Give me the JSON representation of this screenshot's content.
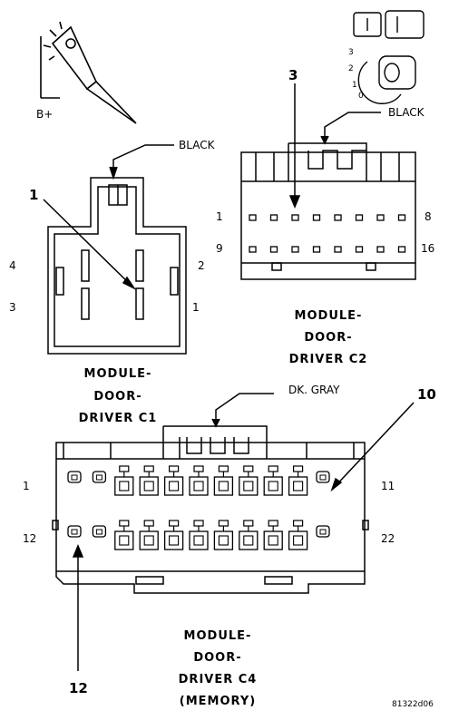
{
  "probe": {
    "supply_label": "B+",
    "key_positions": [
      "3",
      "2",
      "1",
      "0"
    ]
  },
  "connector_c1": {
    "wire_color": "BLACK",
    "callout": "1",
    "pins_left": [
      "4",
      "3"
    ],
    "pins_right": [
      "2",
      "1"
    ],
    "title_lines": [
      "MODULE-",
      "DOOR-",
      "DRIVER C1"
    ]
  },
  "connector_c2": {
    "wire_color": "BLACK",
    "callout": "3",
    "row1_start": "1",
    "row1_end": "8",
    "row2_start": "9",
    "row2_end": "16",
    "title_lines": [
      "MODULE-",
      "DOOR-",
      "DRIVER C2"
    ]
  },
  "connector_c4": {
    "wire_color": "DK. GRAY",
    "callout_top": "10",
    "callout_bottom": "12",
    "row1_start": "1",
    "row1_end": "11",
    "row2_start": "12",
    "row2_end": "22",
    "title_lines": [
      "MODULE-",
      "DOOR-",
      "DRIVER C4",
      "(MEMORY)"
    ]
  },
  "figure_id": "81322d06"
}
